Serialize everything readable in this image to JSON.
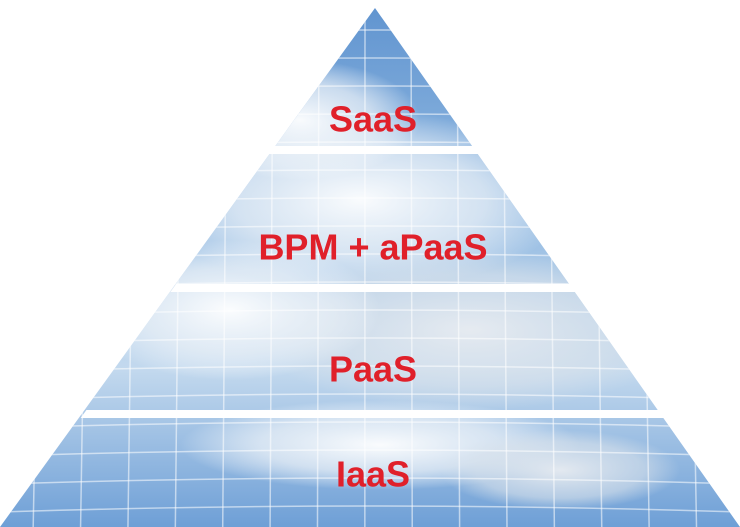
{
  "pyramid": {
    "label_color": "#e0202a",
    "tiers": [
      {
        "label": "SaaS"
      },
      {
        "label": "BPM + aPaaS"
      },
      {
        "label": "PaaS"
      },
      {
        "label": "IaaS"
      }
    ]
  }
}
